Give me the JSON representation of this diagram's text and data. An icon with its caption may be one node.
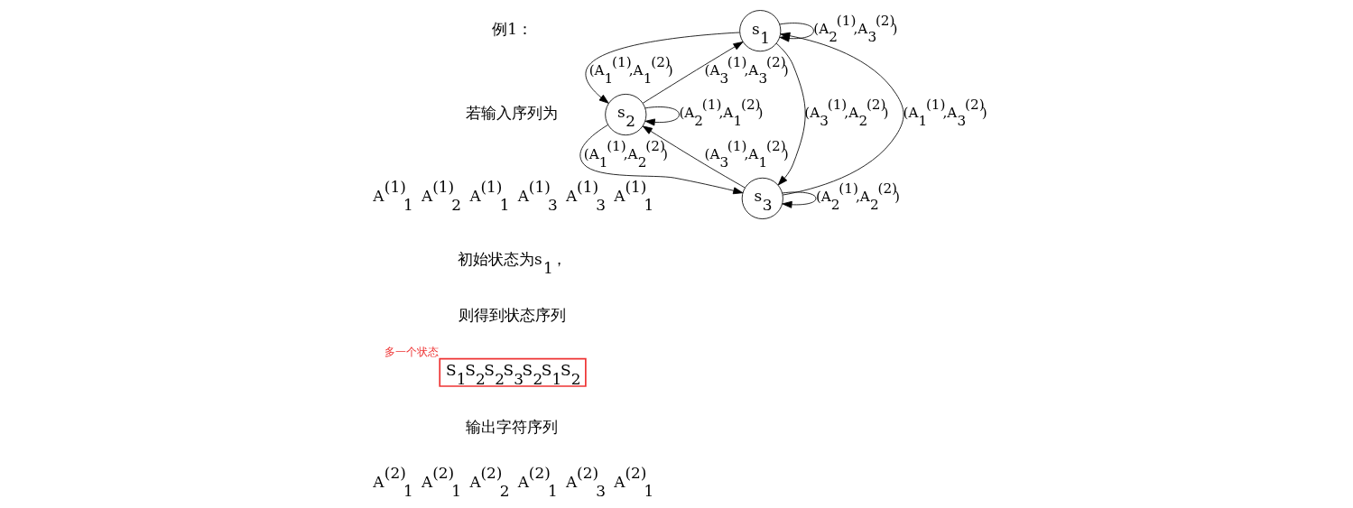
{
  "diagram": {
    "nodes": [
      {
        "text": [
          "S$_{1}$S$_{2}$S$_{2}$S$_{3}$S$_{2}$S$_{1}$S$_{2}$"
        ],
        "beside": [
          "多一个状态"
        ]
      },
      {
        "text": [
          "s$_{1}$"
        ]
      },
      {
        "text": [
          "s$_{2}$"
        ]
      },
      {
        "text": [
          "s$_{3}$"
        ]
      }
    ],
    "edges": [
      {
        "from": 1,
        "to": 1,
        "arrow": "to",
        "label": "(A$_{2}$$^{(1)}$,A$_{3}$$^{(2)}$)"
      },
      {
        "from": 2,
        "to": 1,
        "arrow": "to",
        "label": "(A$_{3}$$^{(1)}$,A$_{3}$$^{(2)}$)"
      },
      {
        "from": 1,
        "to": 3,
        "arrow": "to",
        "label": "(A$_{3}$$^{(1)}$,A$_{2}$$^{(2)}$)"
      },
      {
        "from": 1,
        "to": 2,
        "arrow": "to",
        "label": "(A$_{1}$$^{(1)}$,A$_{1}$$^{(2)}$)"
      },
      {
        "from": 3,
        "to": 1,
        "arrow": "to",
        "label": "(A$_{1}$$^{(1)}$,A$_{3}$$^{(2)}$)"
      },
      {
        "from": 2,
        "to": 2,
        "arrow": "to",
        "label": "(A$_{2}$$^{(1)}$,A$_{1}$$^{(2)}$)"
      },
      {
        "from": 2,
        "to": 3,
        "arrow": "to",
        "label": "(A$_{1}$$^{(1)}$,A$_{2}$$^{(2)}$)"
      },
      {
        "from": 3,
        "to": 3,
        "arrow": "to",
        "label": "(A$_{2}$$^{(1)}$,A$_{2}$$^{(2)}$)"
      },
      {
        "from": 3,
        "to": 2,
        "arrow": "to",
        "label": "(A$_{3}$$^{(1)}$,A$_{1}$$^{(2)}$)"
      }
    ],
    "labels": [
      "例1：",
      "若输入序列为",
      "A$^{(1)}$$_{1}$ A$^{(1)}$$_{2}$ A$^{(1)}$$_{1}$ A$^{(1)}$$_{3}$ A$^{(1)}$$_{3}$ A$^{(1)}$$_{1}$",
      "初始状态为s$_{1}$，",
      "则得到状态序列",
      "输出字符序列",
      "A$^{(2)}$$_{1}$ A$^{(2)}$$_{1}$ A$^{(2)}$$_{2}$ A$^{(2)}$$_{1}$ A$^{(2)}$$_{3}$ A$^{(2)}$$_{1}$"
    ]
  }
}
